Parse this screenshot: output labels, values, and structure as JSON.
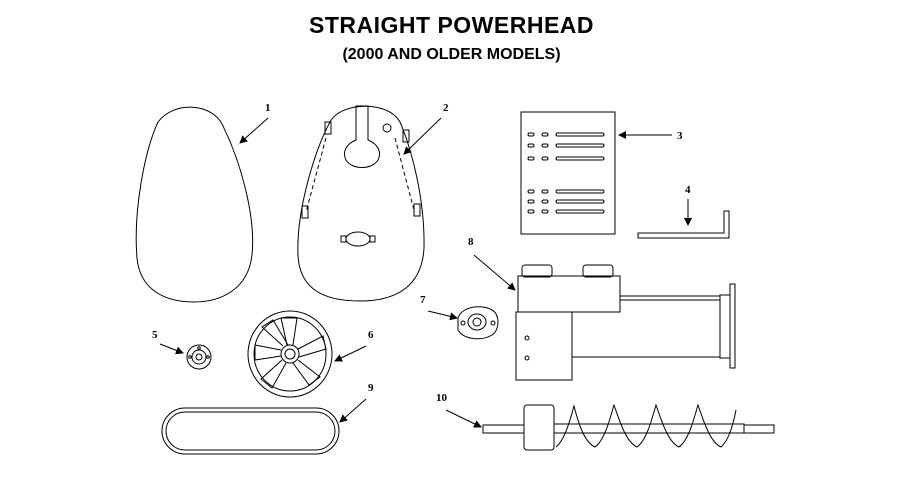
{
  "header": {
    "title": "STRAIGHT POWERHEAD",
    "subtitle": "(2000 AND OLDER MODELS)"
  },
  "part_numbers": {
    "p1": "1",
    "p2": "2",
    "p3": "3",
    "p4": "4",
    "p5": "5",
    "p6": "6",
    "p7": "7",
    "p8": "8",
    "p9": "9",
    "p10": "10"
  }
}
